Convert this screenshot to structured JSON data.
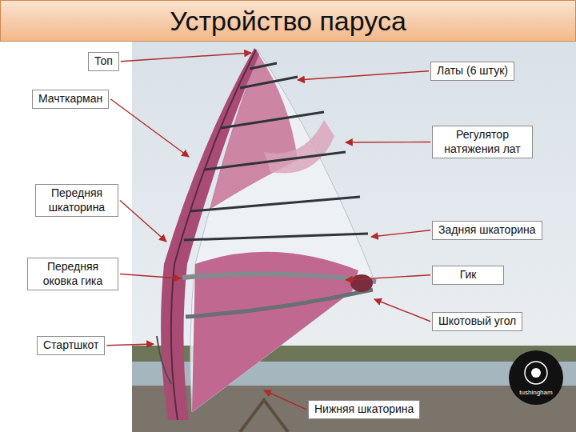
{
  "diagram": {
    "title": "Устройство паруса",
    "nodes": [
      {
        "text": [
          "Топ"
        ]
      },
      {
        "text": [
          "Латы (6 штук)"
        ]
      },
      {
        "text": [
          "Мачткарман"
        ]
      },
      {
        "text": [
          "Регулятор натяжения лат"
        ]
      },
      {
        "text": [
          "Передняя шкаторина"
        ]
      },
      {
        "text": [
          "Задняя шкаторина"
        ]
      },
      {
        "text": [
          "Передняя оковка гика"
        ]
      },
      {
        "text": [
          "Гик"
        ]
      },
      {
        "text": [
          "Шкотовый угол"
        ]
      },
      {
        "text": [
          "Стартшкот"
        ]
      },
      {
        "text": [
          "Нижняя шкаторина"
        ]
      }
    ],
    "labels": [
      "tushingham"
    ]
  }
}
